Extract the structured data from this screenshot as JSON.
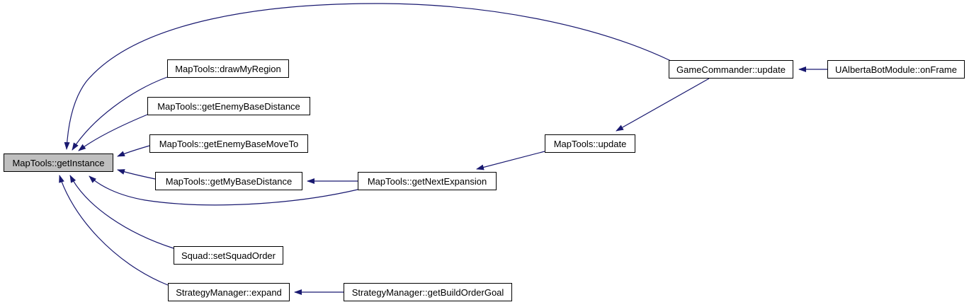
{
  "diagram": {
    "type": "call-graph",
    "root": "MapTools::getInstance",
    "colors": {
      "background": "#ffffff",
      "edge": "#191970",
      "node_border": "#000000",
      "node_fill": "#ffffff",
      "highlight_fill": "#bfbfbf",
      "text": "#000000"
    },
    "nodes": [
      {
        "id": "maptools-getinstance",
        "label": "MapTools::getInstance",
        "highlighted": true
      },
      {
        "id": "maptools-drawmyregion",
        "label": "MapTools::drawMyRegion",
        "highlighted": false
      },
      {
        "id": "maptools-getenemybasedistance",
        "label": "MapTools::getEnemyBaseDistance",
        "highlighted": false
      },
      {
        "id": "maptools-getenemybasemoveto",
        "label": "MapTools::getEnemyBaseMoveTo",
        "highlighted": false
      },
      {
        "id": "maptools-getmybasedistance",
        "label": "MapTools::getMyBaseDistance",
        "highlighted": false
      },
      {
        "id": "maptools-getnextexpansion",
        "label": "MapTools::getNextExpansion",
        "highlighted": false
      },
      {
        "id": "maptools-update",
        "label": "MapTools::update",
        "highlighted": false
      },
      {
        "id": "gamecommander-update",
        "label": "GameCommander::update",
        "highlighted": false
      },
      {
        "id": "ualbertabotmodule-onframe",
        "label": "UAlbertaBotModule::onFrame",
        "highlighted": false
      },
      {
        "id": "squad-setsquadorder",
        "label": "Squad::setSquadOrder",
        "highlighted": false
      },
      {
        "id": "strategymanager-expand",
        "label": "StrategyManager::expand",
        "highlighted": false
      },
      {
        "id": "strategymanager-getbuildordergoal",
        "label": "StrategyManager::getBuildOrderGoal",
        "highlighted": false
      }
    ],
    "edges": [
      {
        "from": "GameCommander::update",
        "to": "MapTools::getInstance"
      },
      {
        "from": "MapTools::drawMyRegion",
        "to": "MapTools::getInstance"
      },
      {
        "from": "MapTools::getEnemyBaseDistance",
        "to": "MapTools::getInstance"
      },
      {
        "from": "MapTools::getEnemyBaseMoveTo",
        "to": "MapTools::getInstance"
      },
      {
        "from": "MapTools::getMyBaseDistance",
        "to": "MapTools::getInstance"
      },
      {
        "from": "MapTools::getNextExpansion",
        "to": "MapTools::getInstance"
      },
      {
        "from": "Squad::setSquadOrder",
        "to": "MapTools::getInstance"
      },
      {
        "from": "StrategyManager::expand",
        "to": "MapTools::getInstance"
      },
      {
        "from": "UAlbertaBotModule::onFrame",
        "to": "GameCommander::update"
      },
      {
        "from": "GameCommander::update",
        "to": "MapTools::update"
      },
      {
        "from": "MapTools::update",
        "to": "MapTools::getNextExpansion"
      },
      {
        "from": "MapTools::getNextExpansion",
        "to": "MapTools::getMyBaseDistance"
      },
      {
        "from": "StrategyManager::getBuildOrderGoal",
        "to": "StrategyManager::expand"
      }
    ]
  }
}
